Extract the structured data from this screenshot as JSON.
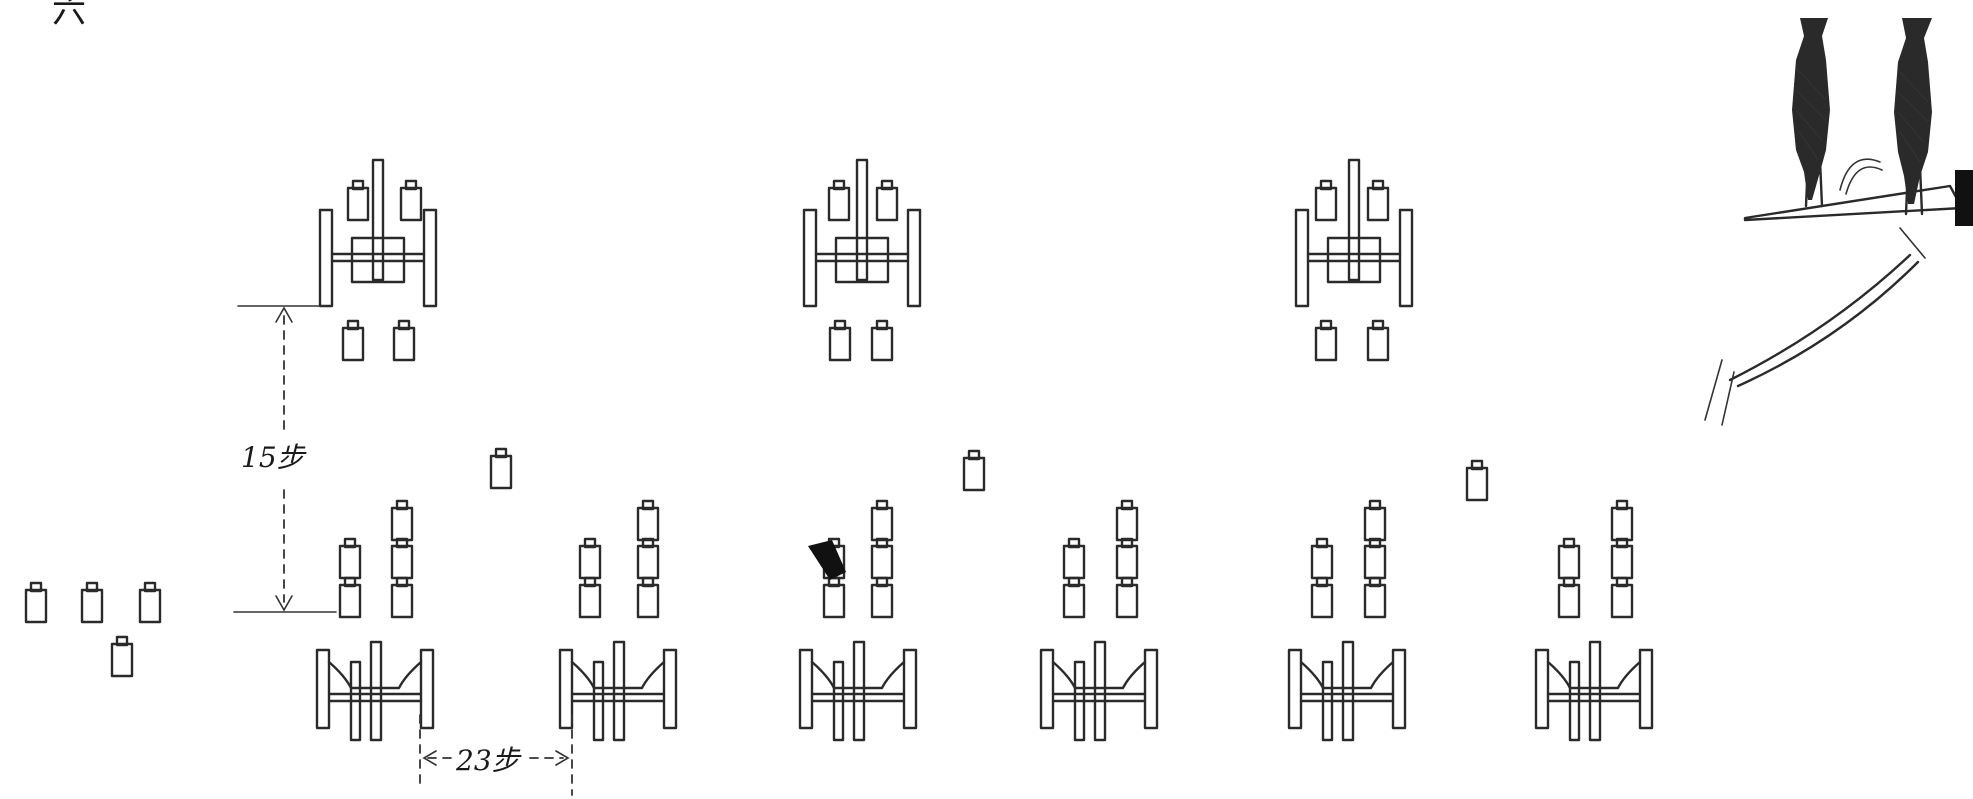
{
  "corner_mark": "六",
  "measure_vertical": "15步",
  "measure_horizontal": "23步"
}
